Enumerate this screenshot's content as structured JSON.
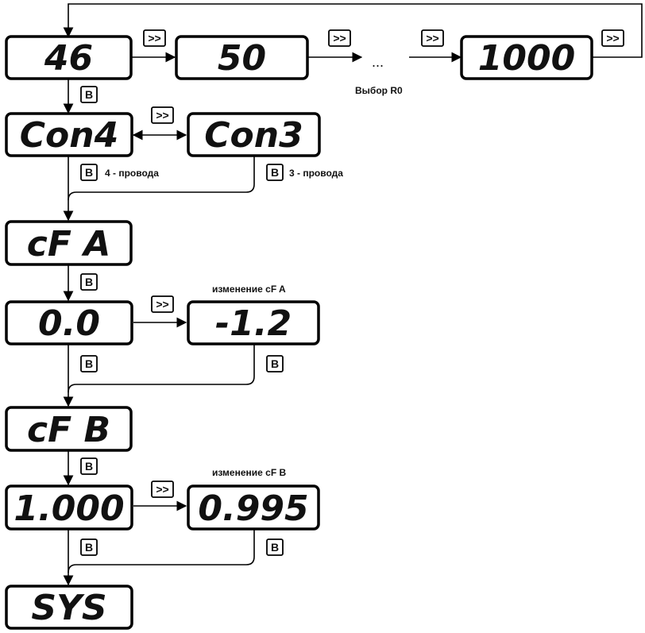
{
  "displays": {
    "r0_46": "46",
    "r0_50": "50",
    "r0_1000": "1000",
    "con4": "Con4",
    "con3": "Con3",
    "cfa": "cF A",
    "cfa_value": "0.0",
    "cfa_changed": "-1.2",
    "cfb": "cF B",
    "cfb_value": "1.000",
    "cfb_changed": "0.995",
    "sys": "SYS"
  },
  "keys": {
    "forward": ">>",
    "enter": "B"
  },
  "notes": {
    "ellipsis": "...",
    "r0_select": "Выбор R0",
    "four_wire": "4 - провода",
    "three_wire": "3 - провода",
    "cfa_change": "изменение cF A",
    "cfb_change": "изменение cF B"
  }
}
